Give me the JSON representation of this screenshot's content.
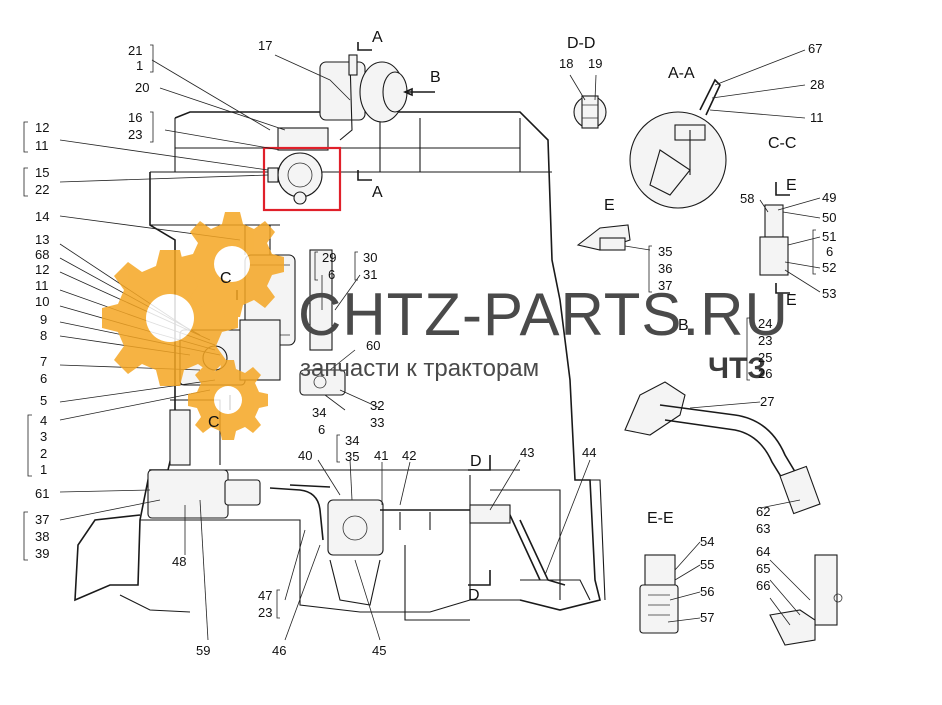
{
  "diagram": {
    "callouts": {
      "c21": "21",
      "c1a": "1",
      "c17": "17",
      "c20": "20",
      "c16": "16",
      "c23a": "23",
      "c12a": "12",
      "c11a": "11",
      "c15": "15",
      "c22": "22",
      "c14": "14",
      "c13": "13",
      "c68": "68",
      "c12b": "12",
      "c11b": "11",
      "c10": "10",
      "c9": "9",
      "c8": "8",
      "c7": "7",
      "c6a": "6",
      "c5": "5",
      "c4": "4",
      "c3": "3",
      "c2": "2",
      "c1b": "1",
      "c61": "61",
      "c37a": "37",
      "c38": "38",
      "c39": "39",
      "c48": "48",
      "c59": "59",
      "c47": "47",
      "c23b": "23",
      "c46": "46",
      "c45": "45",
      "c40": "40",
      "c34a": "34",
      "c35a": "35",
      "c41": "41",
      "c42": "42",
      "c43": "43",
      "c44": "44",
      "c29": "29",
      "c6b": "6",
      "c30": "30",
      "c31": "31",
      "c60": "60",
      "c34b": "34",
      "c6c": "6",
      "c32": "32",
      "c33": "33",
      "c18": "18",
      "c19": "19",
      "c67": "67",
      "c28": "28",
      "c11c": "11",
      "c58": "58",
      "c49": "49",
      "c50": "50",
      "c51": "51",
      "c6d": "6",
      "c52": "52",
      "c53": "53",
      "c35b": "35",
      "c36": "36",
      "c37b": "37",
      "c24": "24",
      "c23c": "23",
      "c25": "25",
      "c26": "26",
      "c27": "27",
      "c62": "62",
      "c63": "63",
      "c54": "54",
      "c55": "55",
      "c56": "56",
      "c57": "57",
      "c64": "64",
      "c65": "65",
      "c66": "66"
    },
    "sections": {
      "a_top": "A",
      "a_mid": "A",
      "b_top": "B",
      "b_right": "B",
      "c_top": "C",
      "c_bot": "C",
      "d_top": "D",
      "d_bot": "D",
      "dd": "D-D",
      "aa": "A-A",
      "cc": "C-C",
      "e": "E",
      "e_top": "E",
      "e_bot": "E",
      "ee": "E-E"
    }
  },
  "watermark": {
    "title": "CHTZ-PARTS.RU",
    "subtitle": "запчасти к тракторам",
    "brand": "ЧТЗ",
    "gear_color": "#f5a623"
  },
  "highlight_color": "#e0202a",
  "icons": [
    "gear-logo-icon"
  ]
}
